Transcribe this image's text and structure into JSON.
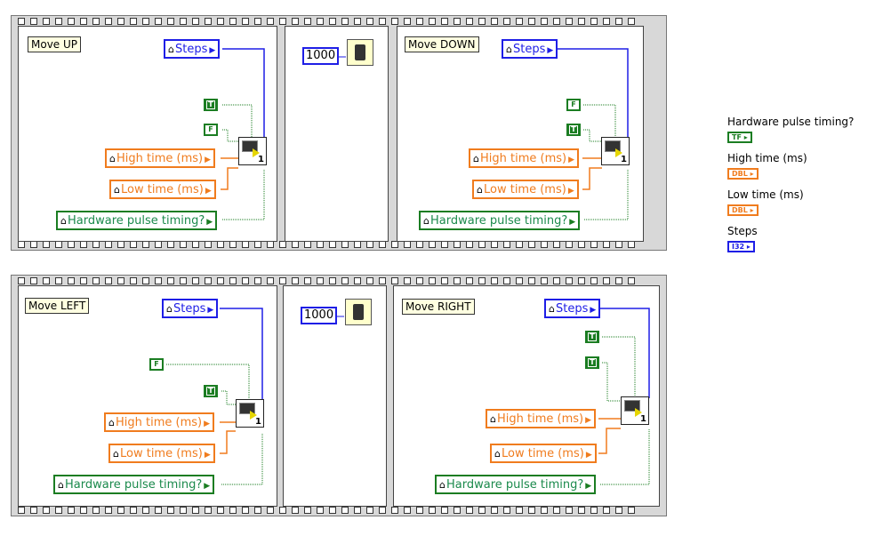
{
  "rows": [
    {
      "frames": [
        {
          "label": "Move UP",
          "bool_top": "T",
          "bool_bottom": "F"
        },
        {
          "wait_ms": "1000"
        },
        {
          "label": "Move DOWN",
          "bool_top": "F",
          "bool_bottom": "T"
        }
      ]
    },
    {
      "frames": [
        {
          "label": "Move LEFT",
          "bool_top": "F",
          "bool_bottom": "T"
        },
        {
          "wait_ms": "1000"
        },
        {
          "label": "Move RIGHT",
          "bool_top": "T",
          "bool_bottom": "T"
        }
      ]
    }
  ],
  "locals": {
    "steps": "Steps",
    "high_time": "High time (ms)",
    "low_time": "Low time (ms)",
    "hw_timing": "Hardware pulse timing?"
  },
  "subvi_instance": "1",
  "controls": [
    {
      "label": "Hardware pulse timing?",
      "type": "TF",
      "color": "#1b7d22"
    },
    {
      "label": "High time (ms)",
      "type": "DBL",
      "color": "#f07c1e"
    },
    {
      "label": "Low time (ms)",
      "type": "DBL",
      "color": "#f07c1e"
    },
    {
      "label": "Steps",
      "type": "I32",
      "color": "#1e1ee6"
    }
  ],
  "icons": {
    "local_var": "house-icon",
    "output_arrow": "triangle-right-icon",
    "wait": "wristwatch-icon",
    "subvi": "pulse-generator-icon"
  }
}
